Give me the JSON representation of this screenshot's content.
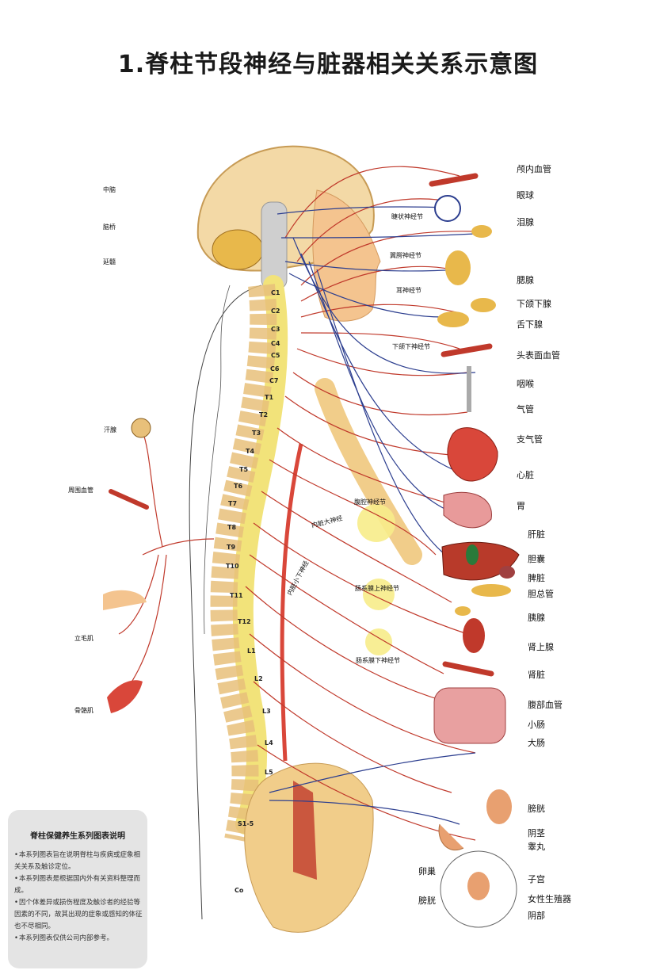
{
  "title": "1.脊柱节段神经与脏器相关关系示意图",
  "brain_labels": [
    {
      "key": "midbrain",
      "text": "中脑"
    },
    {
      "key": "pons",
      "text": "脑桥"
    },
    {
      "key": "medulla",
      "text": "延髓"
    }
  ],
  "left_labels": [
    {
      "key": "sweat_gland",
      "text": "汗腺"
    },
    {
      "key": "peripheral_vessel",
      "text": "周围血管"
    },
    {
      "key": "arrector_pili",
      "text": "立毛肌"
    },
    {
      "key": "skeletal_muscle",
      "text": "骨骼肌"
    }
  ],
  "ganglion_labels": [
    {
      "key": "ciliary",
      "text": "睫状神经节"
    },
    {
      "key": "pterygopalatine",
      "text": "翼腭神经节"
    },
    {
      "key": "otic",
      "text": "耳神经节"
    },
    {
      "key": "submandibular",
      "text": "下颌下神经节"
    },
    {
      "key": "celiac",
      "text": "腹腔神经节"
    },
    {
      "key": "sup_mesenteric",
      "text": "肠系膜上神经节"
    },
    {
      "key": "inf_mesenteric",
      "text": "肠系膜下神经节"
    },
    {
      "key": "greater_splanchnic",
      "text": "内脏大神经"
    },
    {
      "key": "lesser_splanchnic",
      "text": "内脏小下神经"
    }
  ],
  "spine_labels": [
    "C1",
    "C2",
    "C3",
    "C4",
    "C5",
    "C6",
    "C7",
    "T1",
    "T2",
    "T3",
    "T4",
    "T5",
    "T6",
    "T7",
    "T8",
    "T9",
    "T10",
    "T11",
    "T12",
    "L1",
    "L2",
    "L3",
    "L4",
    "L5",
    "S1-5",
    "Co"
  ],
  "organ_labels": [
    {
      "key": "intracranial_vessel",
      "text": "颅内血管"
    },
    {
      "key": "eyeball",
      "text": "眼球"
    },
    {
      "key": "lacrimal",
      "text": "泪腺"
    },
    {
      "key": "parotid",
      "text": "腮腺"
    },
    {
      "key": "submandibular_gland",
      "text": "下颌下腺"
    },
    {
      "key": "sublingual",
      "text": "舌下腺"
    },
    {
      "key": "face_vessel",
      "text": "头表面血管"
    },
    {
      "key": "throat",
      "text": "咽喉"
    },
    {
      "key": "trachea",
      "text": "气管"
    },
    {
      "key": "bronchus",
      "text": "支气管"
    },
    {
      "key": "heart",
      "text": "心脏"
    },
    {
      "key": "stomach",
      "text": "胃"
    },
    {
      "key": "liver",
      "text": "肝脏"
    },
    {
      "key": "gallbladder",
      "text": "胆囊"
    },
    {
      "key": "spleen",
      "text": "脾脏"
    },
    {
      "key": "bile_duct",
      "text": "胆总管"
    },
    {
      "key": "pancreas",
      "text": "胰腺"
    },
    {
      "key": "adrenal",
      "text": "肾上腺"
    },
    {
      "key": "kidney",
      "text": "肾脏"
    },
    {
      "key": "abdominal_vessel",
      "text": "腹部血管"
    },
    {
      "key": "small_intestine",
      "text": "小肠"
    },
    {
      "key": "large_intestine",
      "text": "大肠"
    },
    {
      "key": "bladder",
      "text": "膀胱"
    },
    {
      "key": "penis",
      "text": "阴茎"
    },
    {
      "key": "testis",
      "text": "睾丸"
    },
    {
      "key": "uterus",
      "text": "子宫"
    },
    {
      "key": "female_genitals",
      "text": "女性生殖器"
    },
    {
      "key": "vulva",
      "text": "阴部"
    },
    {
      "key": "ovary",
      "text": "卵巢"
    },
    {
      "key": "bladder2",
      "text": "膀胱"
    }
  ],
  "notes": {
    "title": "脊柱保健养生系列图表说明",
    "items": [
      "本系列图表旨在说明脊柱与疾病或症象相关关系及触诊定位。",
      "本系列图表是根据国内外有关资料整理而成。",
      "因个体差异或损伤程度及触诊者的经验等因素的不同，故其出现的症象或感知的体征也不尽相同。",
      "本系列图表仅供公司内部参考。"
    ]
  },
  "colors": {
    "nerve_red": "#c0392b",
    "nerve_blue": "#2c3e8f",
    "spine": "#e8c07a",
    "ganglion": "#f7ec8a",
    "brain": "#f3d9a6",
    "skin": "#f4c48f",
    "organ": "#d9473a"
  }
}
